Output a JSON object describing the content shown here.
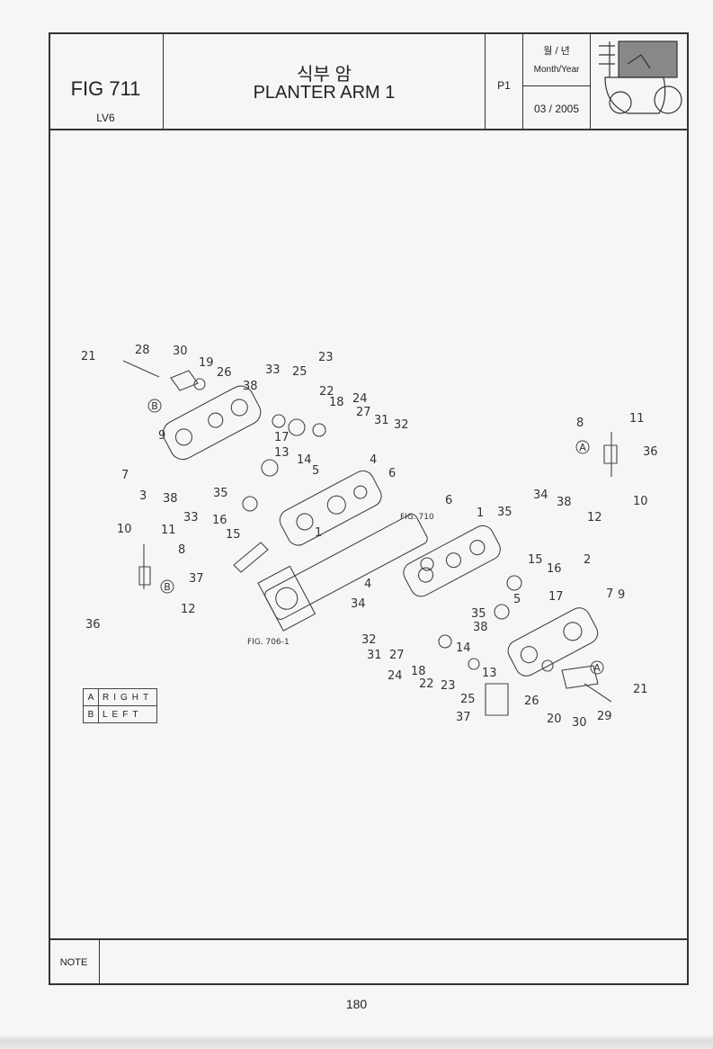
{
  "header": {
    "fig_number": "FIG 711",
    "model": "LV6",
    "title_ko": "식부 암",
    "title_en": "PLANTER ARM 1",
    "page_code": "P1",
    "date_label_ko": "월 / 년",
    "date_label_en": "Month/Year",
    "date_value": "03 / 2005"
  },
  "diagram": {
    "fig_refs": [
      "FIG. 710",
      "FIG. 706-1"
    ],
    "callouts": [
      "21",
      "28",
      "30",
      "19",
      "26",
      "33",
      "25",
      "23",
      "38",
      "22",
      "18",
      "24",
      "27",
      "31",
      "32",
      "9",
      "17",
      "13",
      "14",
      "5",
      "4",
      "6",
      "7",
      "3",
      "38",
      "35",
      "33",
      "16",
      "15",
      "1",
      "37",
      "10",
      "11",
      "8",
      "12",
      "36",
      "6",
      "1",
      "35",
      "34",
      "38",
      "15",
      "16",
      "2",
      "4",
      "34",
      "17",
      "7",
      "9",
      "35",
      "5",
      "38",
      "32",
      "31",
      "27",
      "24",
      "18",
      "14",
      "13",
      "22",
      "23",
      "25",
      "26",
      "21",
      "37",
      "20",
      "30",
      "29",
      "8",
      "11",
      "36",
      "10",
      "12"
    ],
    "markers": [
      "B",
      "B",
      "A",
      "A"
    ]
  },
  "legend": [
    {
      "key": "A",
      "value": "RIGHT"
    },
    {
      "key": "B",
      "value": "LEFT"
    }
  ],
  "note_label": "NOTE",
  "page_number": "180"
}
